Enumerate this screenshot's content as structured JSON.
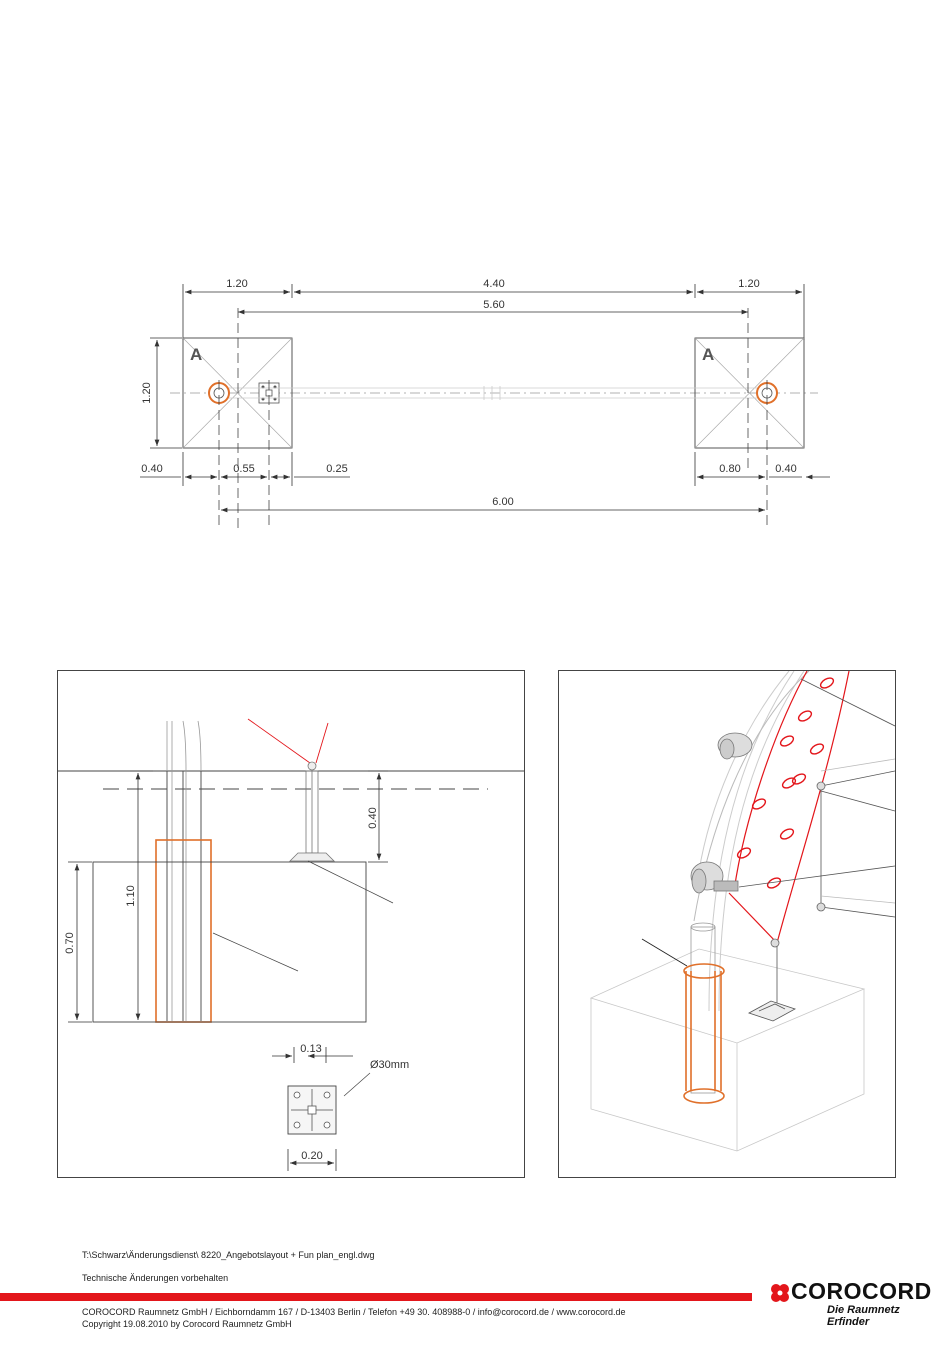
{
  "plan": {
    "dims_top": [
      "1.20",
      "4.40",
      "1.20"
    ],
    "dim_span": "5.60",
    "dim_height": "1.20",
    "foundation_label": "A",
    "dims_bottom": [
      "0.40",
      "0.55",
      "0.25",
      "0.80",
      "0.40"
    ],
    "dim_total": "6.00"
  },
  "section": {
    "dim_depth_top": "0.40",
    "dim_depth_pole": "1.10",
    "dim_block": "0.70",
    "plate_width_inner": "0.13",
    "plate_hole": "Ø30mm",
    "plate_width": "0.20"
  },
  "footer": {
    "path": "T:\\Schwarz\\Änderungsdienst\\ 8220_Angebotslayout + Fun plan_engl.dwg",
    "notice": "Technische Änderungen vorbehalten",
    "address": "COROCORD Raumnetz GmbH / Eichborndamm 167 / D-13403 Berlin / Telefon +49 30. 408988-0 / info@corocord.de / www.corocord.de",
    "copyright": "Copyright  19.08.2010  by Corocord Raumnetz GmbH"
  },
  "brand": {
    "name": "COROCORD",
    "tagline": "Die Raumnetz Erfinder",
    "color_red": "#e3161b",
    "color_orange": "#e0702a"
  }
}
